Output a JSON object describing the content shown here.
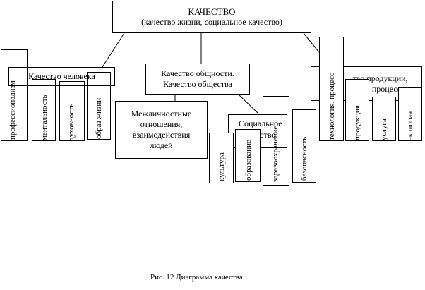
{
  "root": {
    "title": "КАЧЕСТВО",
    "subtitle": "(качество жизни, социальное качество)"
  },
  "human": {
    "label": "Качество человека",
    "items": [
      "профессионализм",
      "ментальность",
      "духовность",
      "образ жизни"
    ]
  },
  "community": {
    "line1": "Качество общности.",
    "line2": "Качество общества",
    "relations": {
      "line1": "Межличностные",
      "line2": "отношения,",
      "line3": "взаимодействия",
      "line4": "людей"
    },
    "social": {
      "line1": "Социальное",
      "line2": "качество"
    },
    "items": [
      "культура",
      "образование",
      "здравоохранение",
      "безопасность"
    ]
  },
  "product": {
    "line1": "...тво продукции,",
    "line2": "...уги, процесса",
    "items": [
      "технология, процесс",
      "продукция",
      "услуга",
      "экология"
    ]
  },
  "caption": "Рис. 12 Диаграмма качества"
}
